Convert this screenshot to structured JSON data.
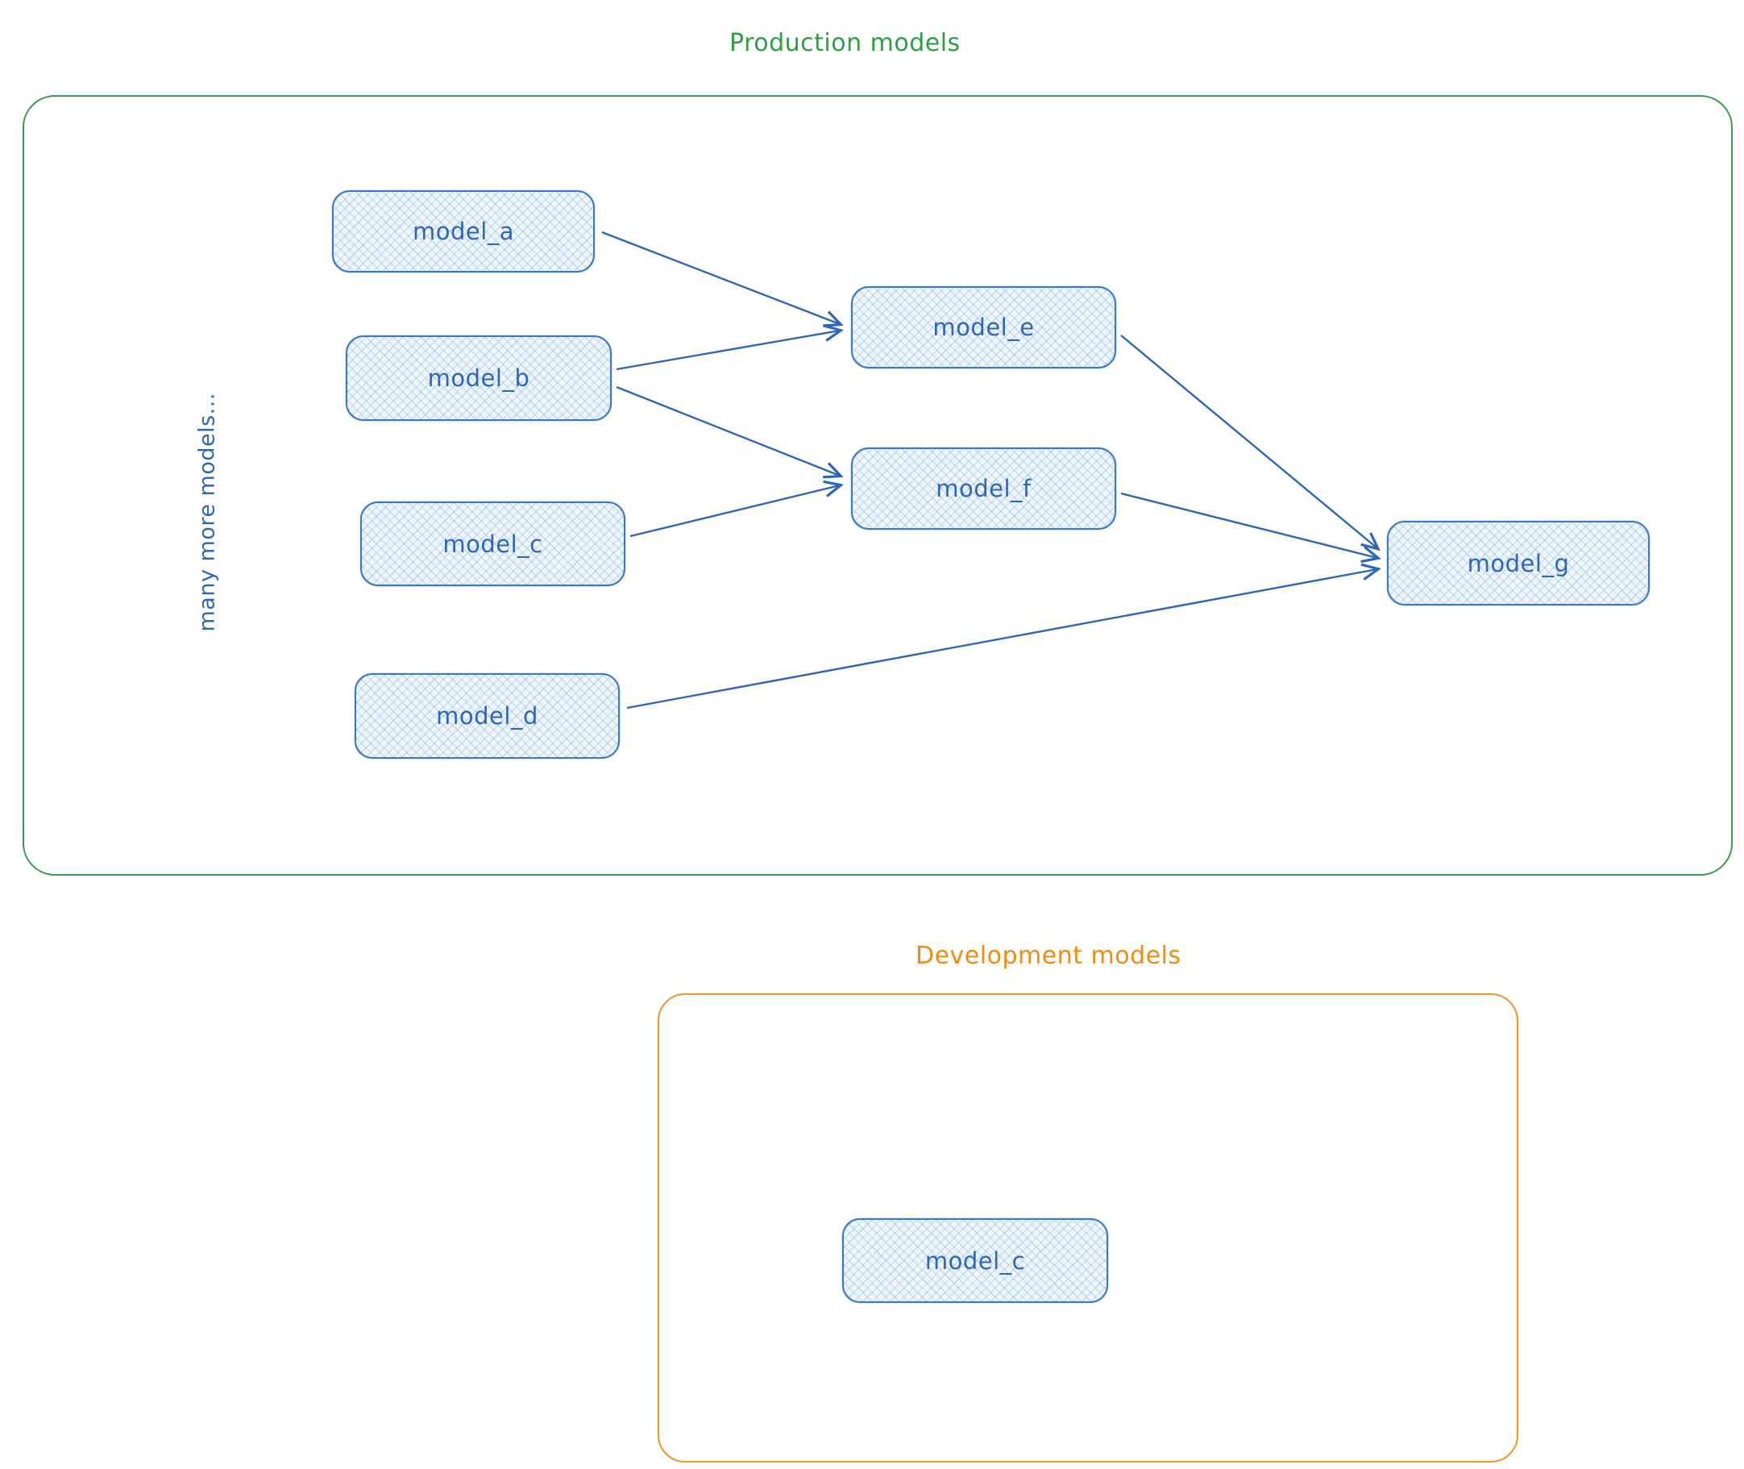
{
  "diagram": {
    "production": {
      "title": "Production models",
      "side_note": "many more models...",
      "nodes": [
        {
          "id": "model_a",
          "label": "model_a"
        },
        {
          "id": "model_b",
          "label": "model_b"
        },
        {
          "id": "model_c",
          "label": "model_c"
        },
        {
          "id": "model_d",
          "label": "model_d"
        },
        {
          "id": "model_e",
          "label": "model_e"
        },
        {
          "id": "model_f",
          "label": "model_f"
        },
        {
          "id": "model_g",
          "label": "model_g"
        }
      ],
      "edges": [
        {
          "from": "model_a",
          "to": "model_e"
        },
        {
          "from": "model_b",
          "to": "model_e"
        },
        {
          "from": "model_b",
          "to": "model_f"
        },
        {
          "from": "model_c",
          "to": "model_f"
        },
        {
          "from": "model_d",
          "to": "model_g"
        },
        {
          "from": "model_e",
          "to": "model_g"
        },
        {
          "from": "model_f",
          "to": "model_g"
        }
      ]
    },
    "development": {
      "title": "Development models",
      "nodes": [
        {
          "id": "model_c",
          "label": "model_c"
        }
      ]
    },
    "colors": {
      "production_accent": "#2f9e44",
      "development_accent": "#ef8c14",
      "node_stroke": "#3a79c8",
      "node_fill": "#eef5fc",
      "node_text": "#2e66b8"
    }
  }
}
